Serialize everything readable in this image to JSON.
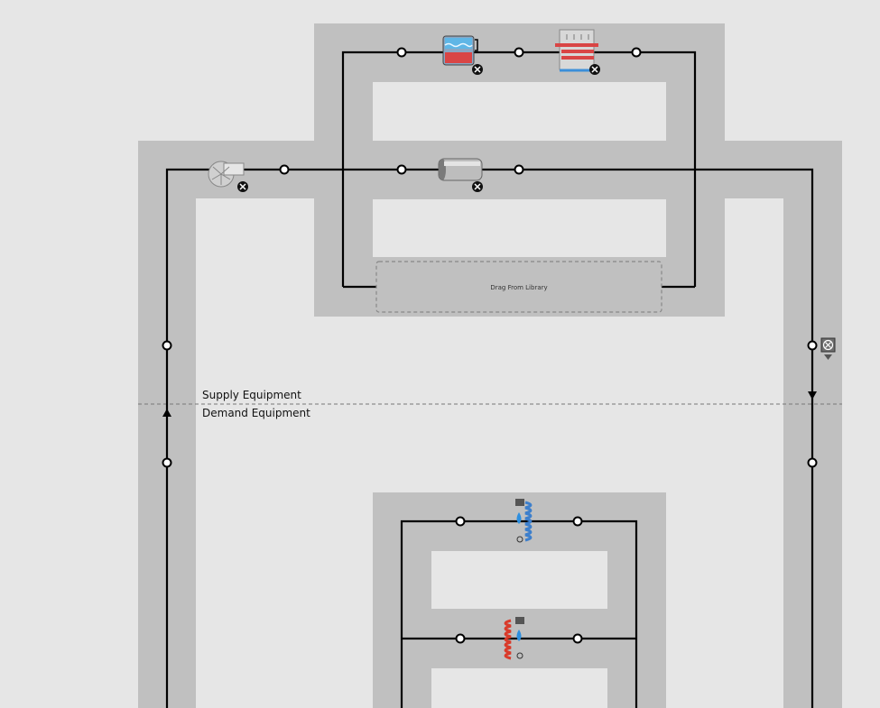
{
  "labels": {
    "supply": "Supply Equipment",
    "demand": "Demand Equipment",
    "drop_zone": "Drag From Library"
  },
  "components": [
    {
      "name": "water-heater-icon",
      "kind": "supply"
    },
    {
      "name": "cooling-tower-icon",
      "kind": "supply"
    },
    {
      "name": "pump-icon",
      "kind": "supply"
    },
    {
      "name": "pipe-icon",
      "kind": "supply"
    },
    {
      "name": "setpoint-manager-icon",
      "kind": "supply"
    },
    {
      "name": "gas-heating-coil-icon",
      "kind": "demand"
    },
    {
      "name": "electric-heating-coil-icon",
      "kind": "demand"
    }
  ],
  "colors": {
    "band": "#c0c0c0",
    "background": "#e6e6e6",
    "pipe": "#000000"
  }
}
